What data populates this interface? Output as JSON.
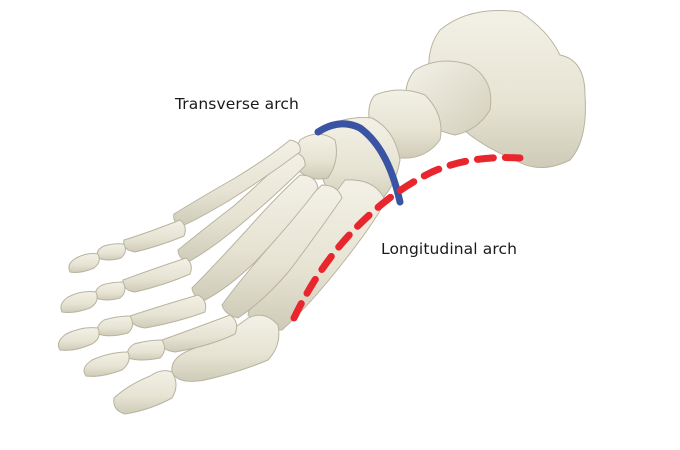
{
  "diagram": {
    "subject": "Foot skeleton (dorsal-medial view)",
    "labels": {
      "transverse": "Transverse arch",
      "longitudinal": "Longitudinal arch"
    },
    "colors": {
      "background": "#ffffff",
      "bone": "#e9e6d8",
      "bone_shadow": "#c9c5b2",
      "bone_outline": "#b7b29e",
      "transverse_arch": "#3a54a3",
      "longitudinal_arch": "#e8262d",
      "label_text": "#1a1a1a"
    },
    "arches": [
      {
        "name": "Transverse arch",
        "style": "solid",
        "color": "#3a54a3"
      },
      {
        "name": "Longitudinal arch",
        "style": "dashed",
        "color": "#e8262d"
      }
    ]
  }
}
